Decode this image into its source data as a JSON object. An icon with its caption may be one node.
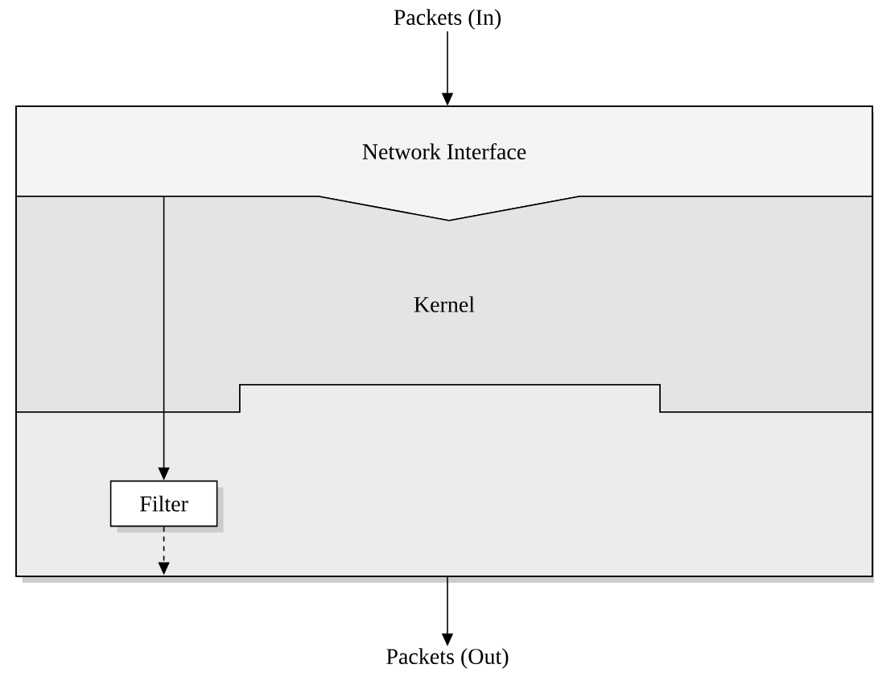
{
  "diagram": {
    "nodes": [
      {
        "text": [
          "Packets (In)"
        ]
      },
      {
        "text": [
          "Network Interface"
        ]
      },
      {
        "text": [
          "Kernel"
        ]
      },
      {
        "text": [],
        "shape": "box"
      },
      {
        "text": [
          "Filter"
        ],
        "in": 3
      },
      {
        "text": [
          "Packets (Out)"
        ]
      }
    ],
    "edges": [
      {
        "from": 0,
        "to": 1,
        "arrow": "to"
      },
      {
        "from": 2,
        "to": 4,
        "arrow": "to"
      },
      {
        "from": 4,
        "to": null,
        "arrow": "to",
        "style": "dashed"
      },
      {
        "from": 3,
        "to": 5,
        "arrow": "to"
      }
    ]
  }
}
